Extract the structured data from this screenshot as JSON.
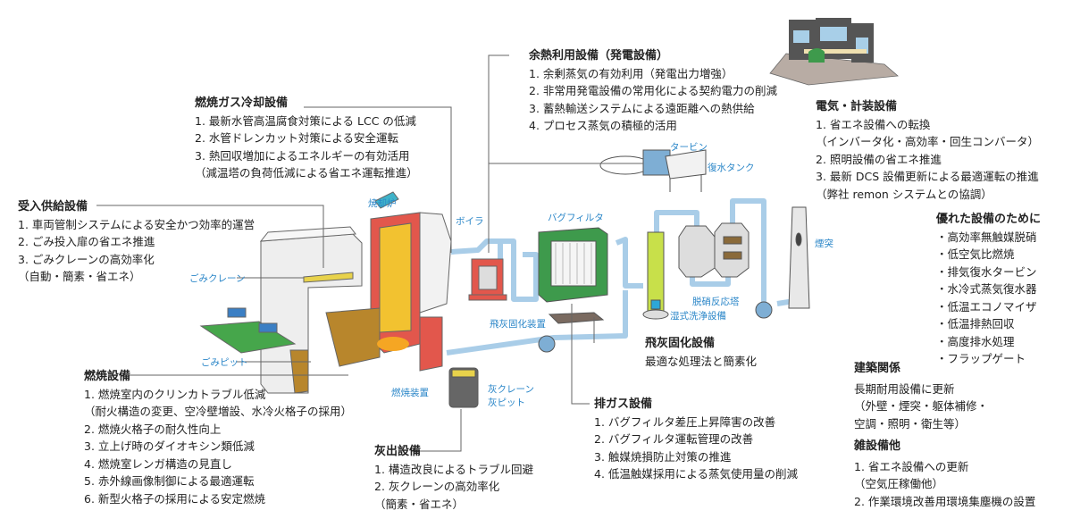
{
  "sections": {
    "receiving": {
      "title": "受入供給設備",
      "items": [
        "1. 車両管制システムによる安全かつ効率的運営",
        "2. ごみ投入扉の省エネ推進",
        "3. ごみクレーンの高効率化",
        "（自動・簡素・省エネ）"
      ]
    },
    "gas_cooling": {
      "title": "燃焼ガス冷却設備",
      "items": [
        "1. 最新水管高温腐食対策による LCC の低減",
        "2. 水管ドレンカット対策による安全運転",
        "3. 熱回収増加によるエネルギーの有効活用",
        "（減温塔の負荷低減による省エネ運転推進）"
      ]
    },
    "waste_heat": {
      "title": "余熱利用設備（発電設備）",
      "items": [
        "1. 余剰蒸気の有効利用（発電出力増強）",
        "2. 非常用発電設備の常用化による契約電力の削減",
        "3. 蓄熱輸送システムによる遠距離への熱供給",
        "4. プロセス蒸気の積極的活用"
      ]
    },
    "electrical": {
      "title": "電気・計装設備",
      "items": [
        "1. 省エネ設備への転換",
        "（インバータ化・高効率・回生コンバータ）",
        "2. 照明設備の省エネ推進",
        "3. 最新 DCS 設備更新による最適運転の推進",
        "（弊社 remon システムとの協調）"
      ]
    },
    "excellent": {
      "title": "優れた設備のために",
      "items": [
        "・高効率無触媒脱硝",
        "・低空気比燃焼",
        "・排気復水タービン",
        "・水冷式蒸気復水器",
        "・低温エコノマイザ",
        "・低温排熱回収",
        "・高度排水処理",
        "・フラップゲート"
      ]
    },
    "building": {
      "title": "建築関係",
      "items": [
        "長期耐用設備に更新",
        "（外壁・煙突・躯体補修・",
        "空調・照明・衛生等）"
      ]
    },
    "misc": {
      "title": "雑設備他",
      "items": [
        "1. 省エネ設備への更新",
        "（空気圧稼働他）",
        "2. 作業環境改善用環境集塵機の設置"
      ]
    },
    "combustion": {
      "title": "燃焼設備",
      "items": [
        "1. 燃焼室内のクリンカトラブル低減",
        "（耐火構造の変更、空冷壁増設、水冷火格子の採用）",
        "2. 燃焼火格子の耐久性向上",
        "3. 立上げ時のダイオキシン類低減",
        "4. 燃焼室レンガ構造の見直し",
        "5. 赤外線画像制御による最適運転",
        "6. 新型火格子の採用による安定燃焼"
      ]
    },
    "ash": {
      "title": "灰出設備",
      "items": [
        "1. 構造改良によるトラブル回避",
        "2. 灰クレーンの高効率化",
        "（簡素・省エネ）"
      ]
    },
    "fly_ash": {
      "title": "飛灰固化設備",
      "items": [
        "最適な処理法と簡素化"
      ]
    },
    "exhaust": {
      "title": "排ガス設備",
      "items": [
        "1. バグフィルタ差圧上昇障害の改善",
        "2. バグフィルタ運転管理の改善",
        "3. 触媒焼損防止対策の推進",
        "4. 低温触媒採用による蒸気使用量の削減"
      ]
    }
  },
  "labels": {
    "incinerator": "焼却炉",
    "boiler": "ボイラ",
    "garbage_crane": "ごみクレーン",
    "garbage_pit": "ごみピット",
    "combustion_device": "燃焼装置",
    "ash_crane": "灰クレーン",
    "ash_pit": "灰ピット",
    "bag_filter": "バグフィルタ",
    "fly_ash_device": "飛灰固化装置",
    "turbine": "タービン",
    "condensate_tank": "復水タンク",
    "denitration_tower": "脱硝反応塔",
    "wet_scrubber": "湿式洗浄設備",
    "chimney": "煙突"
  },
  "colors": {
    "label_blue": "#2a86c8",
    "pipe": "#a9cde8",
    "furnace_red": "#e2574c",
    "filter_green": "#3e9a4c",
    "waste_brown": "#b8862c"
  }
}
